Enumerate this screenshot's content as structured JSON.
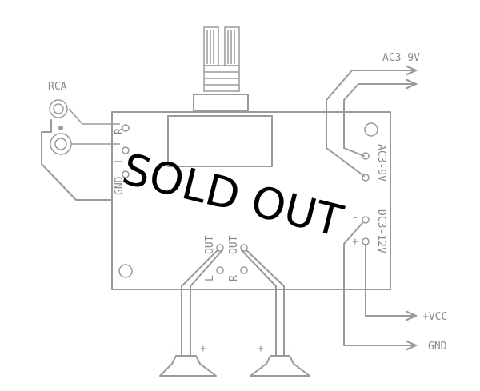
{
  "labels": {
    "ac_top": "AC3-9V",
    "rca": "RCA",
    "gnd": "GND",
    "left": "L",
    "right": "R",
    "vertical_ac": "AC3-9V",
    "vertical_dc": "DC3-12V",
    "minus": "-",
    "plus": "+",
    "out_l": "OUT",
    "out_r": "OUT",
    "pin_l": "L",
    "pin_r": "R",
    "vcc": "+VCC",
    "ground": "GND",
    "spk_minus": "-",
    "spk_plus": "+"
  },
  "stamp": "SOLD OUT"
}
